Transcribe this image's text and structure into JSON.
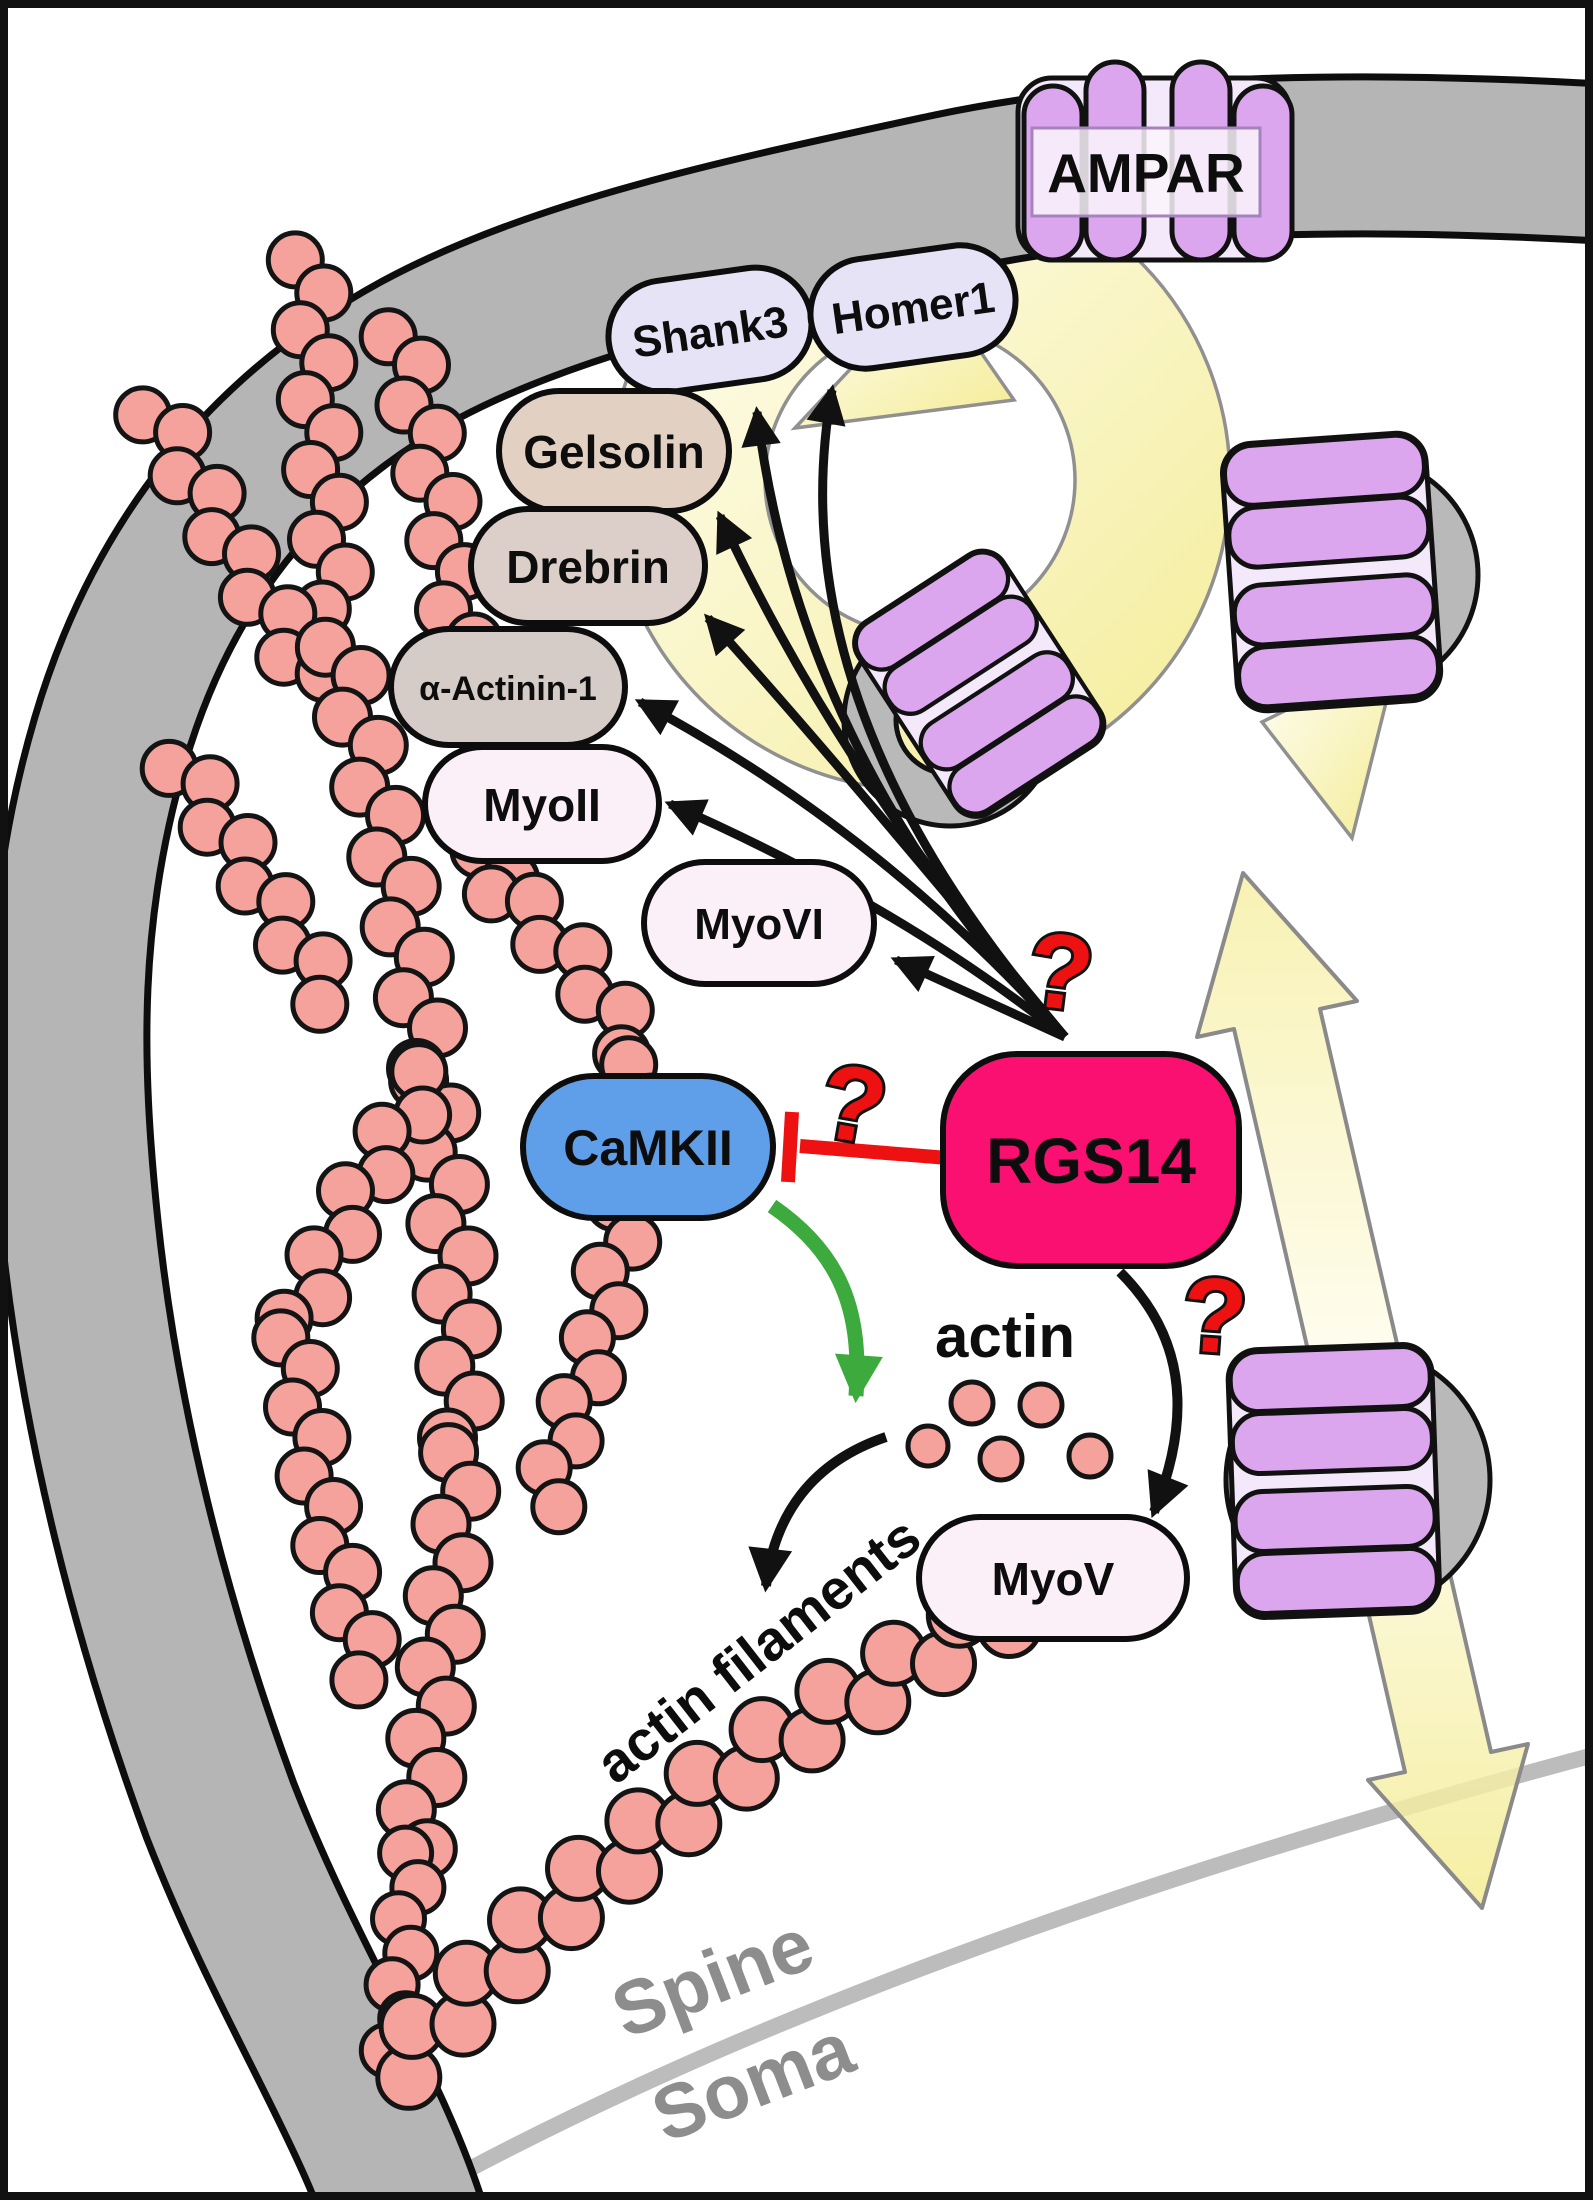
{
  "nodes": {
    "ampar": {
      "label": "AMPAR",
      "fill": "#dca6ee",
      "text_color": "#0d0d0d"
    },
    "shank3": {
      "label": "Shank3",
      "fill": "#e6e3f7"
    },
    "homer1": {
      "label": "Homer1",
      "fill": "#e6e3f7"
    },
    "gelsolin": {
      "label": "Gelsolin",
      "fill": "#e2d1c3"
    },
    "drebrin": {
      "label": "Drebrin",
      "fill": "#dccfc9"
    },
    "actinin": {
      "label": "α-Actinin-1",
      "fill": "#d6ccc7"
    },
    "myoii": {
      "label": "MyoII",
      "fill": "#fbeff8"
    },
    "myovi": {
      "label": "MyoVI",
      "fill": "#fbeff8"
    },
    "camkii": {
      "label": "CaMKII",
      "fill": "#5f9ee8",
      "text_color": "#0d0d0d"
    },
    "rgs14": {
      "label": "RGS14",
      "fill": "#fa1070",
      "text_color": "#ffffff"
    },
    "myov": {
      "label": "MyoV",
      "fill": "#fbeff8"
    }
  },
  "annotations": {
    "actin": "actin",
    "actin_filaments": "actin filaments",
    "spine": "Spine",
    "soma": "Soma",
    "question_mark": "?"
  },
  "relations": [
    {
      "from": "RGS14",
      "to": "Shank3",
      "type": "arrow"
    },
    {
      "from": "RGS14",
      "to": "Homer1",
      "type": "arrow"
    },
    {
      "from": "RGS14",
      "to": "Gelsolin",
      "type": "arrow"
    },
    {
      "from": "RGS14",
      "to": "Drebrin",
      "type": "arrow"
    },
    {
      "from": "RGS14",
      "to": "α-Actinin-1",
      "type": "arrow"
    },
    {
      "from": "RGS14",
      "to": "MyoII",
      "type": "arrow"
    },
    {
      "from": "RGS14",
      "to": "MyoVI",
      "type": "arrow",
      "annotation": "?"
    },
    {
      "from": "RGS14",
      "to": "CaMKII",
      "type": "inhibition",
      "annotation": "?"
    },
    {
      "from": "RGS14",
      "to": "MyoV",
      "type": "arrow",
      "annotation": "?"
    },
    {
      "from": "CaMKII",
      "to": "actin",
      "type": "promote"
    },
    {
      "from": "actin",
      "to": "actin filaments",
      "type": "arrow"
    }
  ],
  "colors": {
    "membrane_gray": "#b5b5b5",
    "actin_pink": "#f5a29c",
    "recycling_yellow": "#f3eb8e",
    "inhibition_red": "#ee1111",
    "promote_green": "#3daa3d",
    "compartment_text": "#8d8d8d",
    "receptor_purple": "#dca6ee",
    "camkii_blue": "#5f9ee8",
    "rgs14_pink": "#fa1070"
  }
}
